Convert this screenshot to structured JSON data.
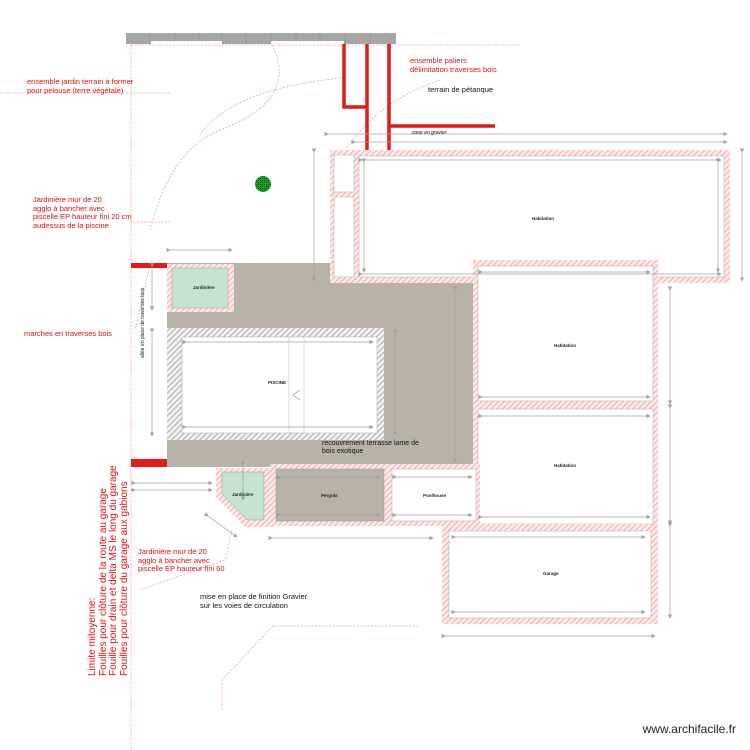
{
  "plan": {
    "colors": {
      "wall_hatch": "#f3a5a5",
      "terrace": "#b8b2a7",
      "planter": "#c6e3cf",
      "annotation_red": "#e01010",
      "border_red": "#e31a1a",
      "dimension_gray": "#999999",
      "fence_gray": "#a8a8a8",
      "tree_green": "#1e9a28"
    },
    "annotations": {
      "garden": [
        "ensemble jardin terrain à former",
        "pour pelouse (terre végétale)"
      ],
      "pallets": [
        "ensemble paliers",
        "délimitation traverses bois"
      ],
      "petanque": "terrain de pétanque",
      "planter_top": [
        "Jardinière mur de 20",
        "agglo à bancher avec",
        "piscelle EP hauteur fini 20 cm",
        "audessus de la piscine"
      ],
      "steps": "marches en traverses bois",
      "planter_bottom": [
        "Jardinière mur de 20",
        "agglo à bancher avec",
        "piscelle EP hauteur fini 60"
      ],
      "gravel": [
        "mise en place de finition Gravier",
        "sur les voies de circulation"
      ],
      "terrace_cover": [
        "recouvrement terrasse lame de",
        "bois exotique"
      ],
      "boundary": [
        "Limite mitoyenne:",
        "Fouilles pour clôture de la route au garage",
        "Fouille pour drain et delta MS le long du garage",
        "Fouilles pour clôture du garage aux gabions"
      ],
      "gravel_zone": "zone en gravier",
      "side_path": "allée en place de traverses bois"
    },
    "rooms": [
      {
        "name": "Habitation",
        "id": "top"
      },
      {
        "name": "Habitation",
        "id": "right-1"
      },
      {
        "name": "Habitation",
        "id": "right-2"
      },
      {
        "name": "Garage",
        "id": "garage"
      },
      {
        "name": "Pergola",
        "id": "pergola"
      },
      {
        "name": "Poolhouse",
        "id": "poolhouse"
      },
      {
        "name": "PISCINE",
        "id": "pool"
      },
      {
        "name": "Jardinière",
        "id": "planter-top"
      },
      {
        "name": "Jardinière",
        "id": "planter-bottom"
      }
    ],
    "watermark": "www.archifacile.fr"
  }
}
